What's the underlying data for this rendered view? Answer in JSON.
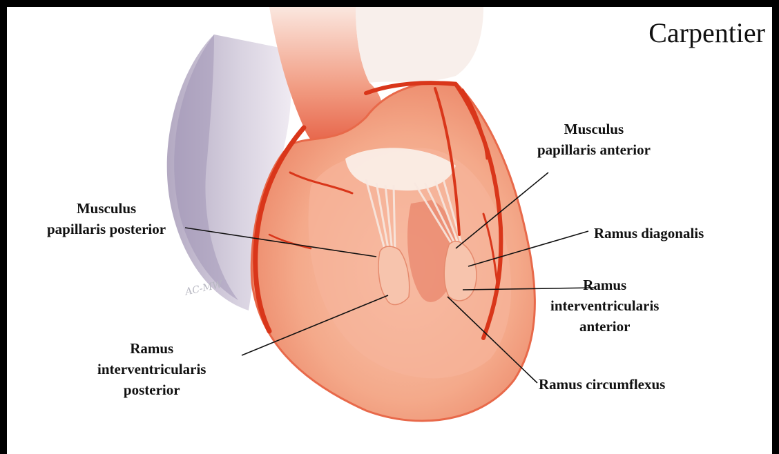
{
  "credit": "Carpentier",
  "signature": "AC-MW",
  "labels": {
    "papillaris_posterior": [
      "Musculus",
      "papillaris posterior"
    ],
    "papillaris_anterior": [
      "Musculus",
      "papillaris anterior"
    ],
    "diagonalis": "Ramus diagonalis",
    "iv_anterior": [
      "Ramus",
      "interventricularis",
      "anterior"
    ],
    "iv_posterior": [
      "Ramus",
      "interventricularis",
      "posterior"
    ],
    "circumflexus": "Ramus circumflexus"
  },
  "colors": {
    "vessel": "#d9361a",
    "myocardium": "#f3a585",
    "atrium": "#c9c1d3",
    "leader": "#111111"
  }
}
